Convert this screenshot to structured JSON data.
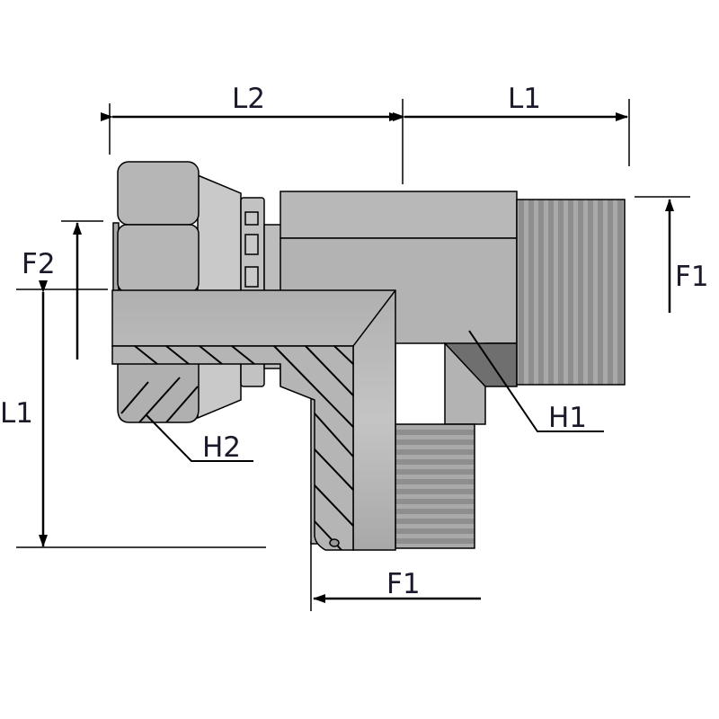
{
  "diagram": {
    "labels": {
      "l2_top": "L2",
      "l1_top": "L1",
      "f1_right": "F1",
      "f2_left": "F2",
      "l1_left": "L1",
      "h2": "H2",
      "h1": "H1",
      "f1_bottom": "F1"
    },
    "colors": {
      "body": "#b4b4b4",
      "body_light": "#c8c8c8",
      "thread": "#9a9a9a",
      "dark": "#6e6e6e",
      "line": "#000000"
    }
  }
}
